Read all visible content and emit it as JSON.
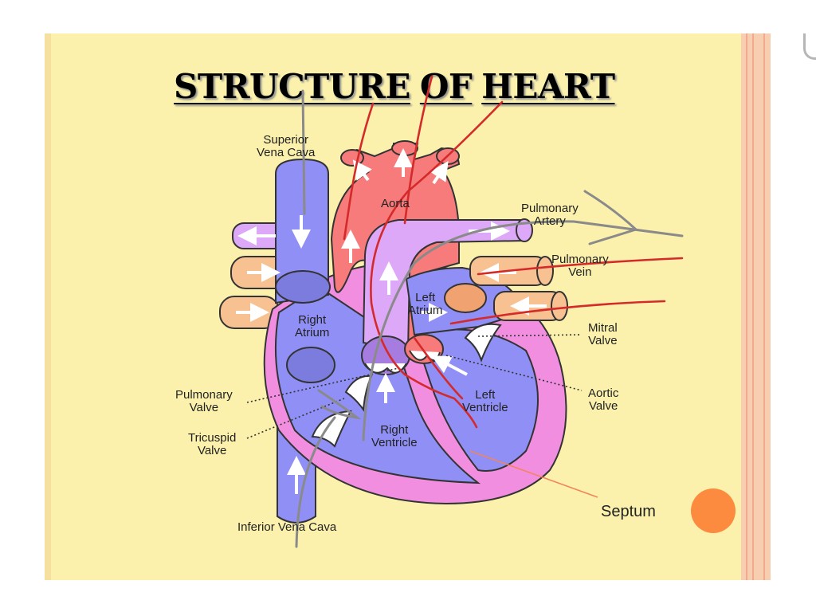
{
  "title": {
    "word1": "STRUCTURE",
    "word2": "OF",
    "word3": "HEART"
  },
  "labels": {
    "superior_vena_cava_1": "Superior",
    "superior_vena_cava_2": "Vena Cava",
    "aorta": "Aorta",
    "pulmonary_artery_1": "Pulmonary",
    "pulmonary_artery_2": "Artery",
    "pulmonary_vein_1": "Pulmonary",
    "pulmonary_vein_2": "Vein",
    "left_atrium_1": "Left",
    "left_atrium_2": "Atrium",
    "right_atrium_1": "Right",
    "right_atrium_2": "Atrium",
    "mitral_valve_1": "Mitral",
    "mitral_valve_2": "Valve",
    "aortic_valve_1": "Aortic",
    "aortic_valve_2": "Valve",
    "left_ventricle_1": "Left",
    "left_ventricle_2": "Ventricle",
    "pulmonary_valve_1": "Pulmonary",
    "pulmonary_valve_2": "Valve",
    "tricuspid_valve_1": "Tricuspid",
    "tricuspid_valve_2": "Valve",
    "right_ventricle_1": "Right",
    "right_ventricle_2": "Ventricle",
    "inferior_vena_cava": "Inferior Vena Cava",
    "septum": "Septum"
  },
  "colors": {
    "slide_background": "#fbf1ac",
    "deoxygenated_blue": "#8f8ff6",
    "oxygenated_red": "#f77b7b",
    "pulmonary_purple": "#dca8f7",
    "pulmonary_vein_orange": "#f8c191",
    "heart_wall_pink": "#f28ee0",
    "annotation_red": "#d42a2a",
    "annotation_gray": "#8a8a8a",
    "accent_orange": "#fc8b3f"
  }
}
